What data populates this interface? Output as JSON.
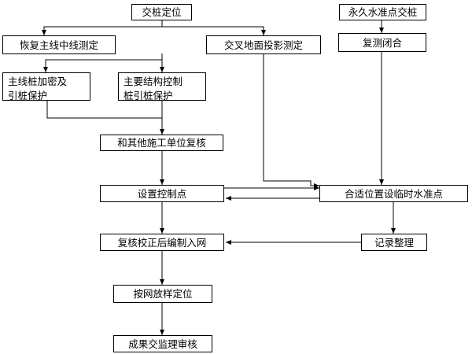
{
  "nodes": {
    "stake_handover": "交桩定位",
    "benchmark_handover": "永久水准点交桩",
    "restore_centerline": "恢复主线中线测定",
    "crossing_projection": "交叉地面投影测定",
    "recheck_closure": "复测闭合",
    "densify_line1": "主线桩加密及",
    "densify_line2": "引桩保护",
    "structure_line1": "主要结构控制",
    "structure_line2": "桩引桩保护",
    "cross_check": "和其他施工单位复核",
    "set_control": "设置控制点",
    "temp_benchmark": "合适位置设临时水准点",
    "correct_network": "复核校正后编制入网",
    "record": "记录整理",
    "stakeout": "按网放样定位",
    "submit": "成果交监理审核"
  }
}
